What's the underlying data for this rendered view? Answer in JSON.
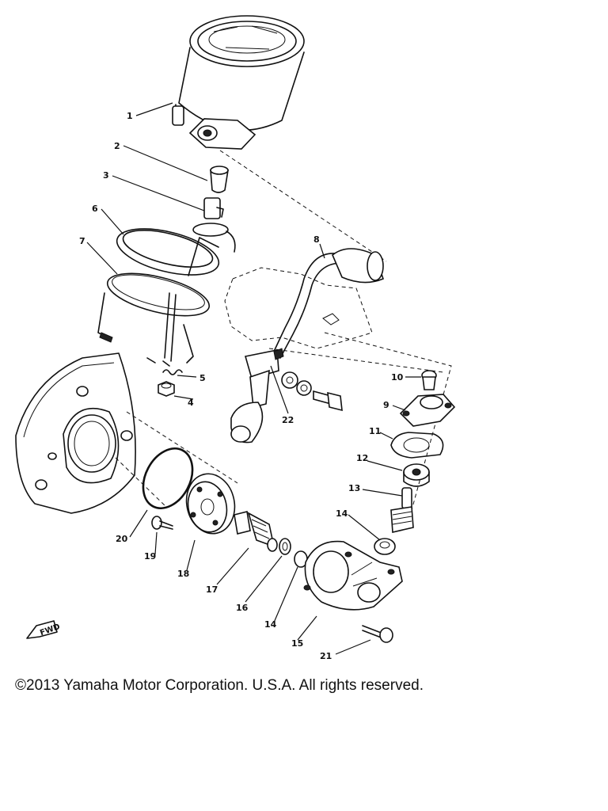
{
  "parts": [
    {
      "number": "1"
    },
    {
      "number": "2"
    },
    {
      "number": "3"
    },
    {
      "number": "6"
    },
    {
      "number": "7"
    },
    {
      "number": "8"
    },
    {
      "number": "5"
    },
    {
      "number": "4"
    },
    {
      "number": "22"
    },
    {
      "number": "10"
    },
    {
      "number": "9"
    },
    {
      "number": "11"
    },
    {
      "number": "12"
    },
    {
      "number": "13"
    },
    {
      "number": "14"
    },
    {
      "number": "20"
    },
    {
      "number": "19"
    },
    {
      "number": "18"
    },
    {
      "number": "17"
    },
    {
      "number": "16"
    },
    {
      "number": "14"
    },
    {
      "number": "15"
    },
    {
      "number": "21"
    }
  ],
  "direction_marker": "FWD",
  "copyright": "©2013 Yamaha Motor Corporation. U.S.A. All rights reserved."
}
